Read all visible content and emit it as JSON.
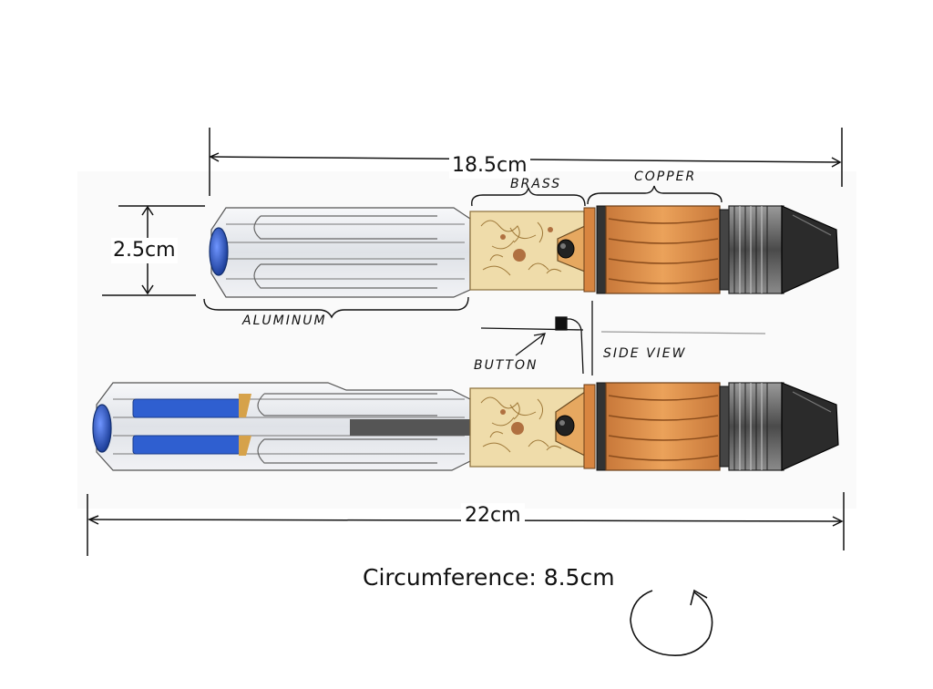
{
  "dimensions": {
    "upper_length": "18.5cm",
    "diameter": "2.5cm",
    "full_length": "22cm",
    "circumference": "Circumference: 8.5cm"
  },
  "parts": {
    "brass": "BRASS",
    "copper": "COPPER",
    "aluminum": "ALUMINUM",
    "button": "BUTTON",
    "side_view": "SIDE VIEW"
  },
  "colors": {
    "aluminum": "#e4e6ea",
    "brass": "#efdcaa",
    "copper": "#e0904a",
    "copper_dark": "#b86a2e",
    "grip": "#6a6a6a",
    "tip": "#2b2b2b",
    "emitter_blue": "#2f5fd0",
    "ink": "#111111"
  }
}
